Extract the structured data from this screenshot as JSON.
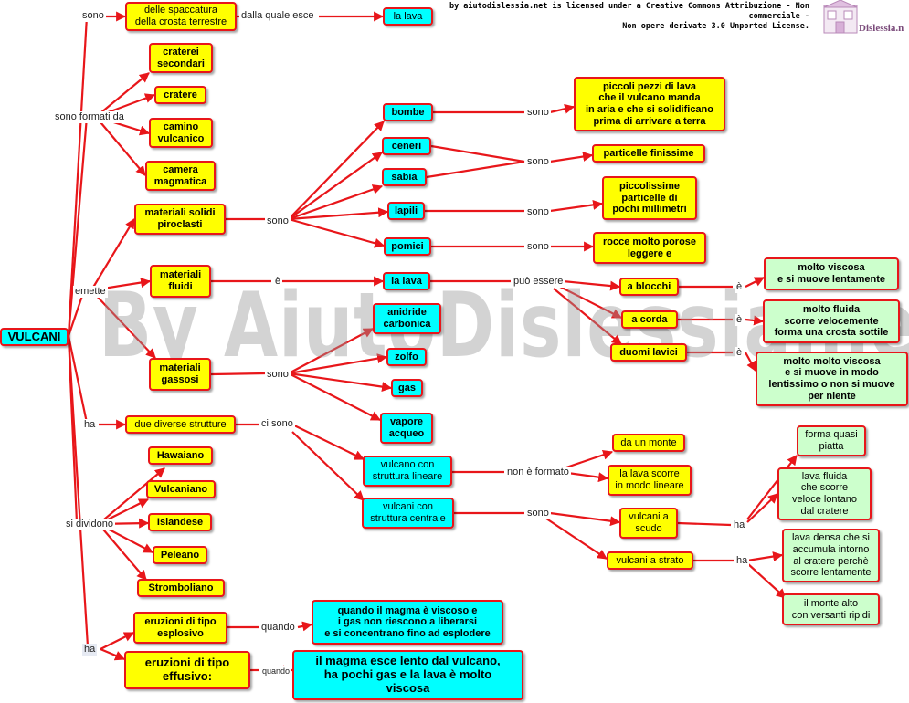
{
  "license": {
    "line1": "by aiutodislessia.net is licensed under a Creative Commons Attribuzione - Non commerciale -",
    "line2": "Non opere derivate 3.0 Unported License."
  },
  "logo": {
    "text": "Dislessia.net"
  },
  "watermark": "By AiutoDislessia.net",
  "nodes": {
    "root": "VULCANI",
    "spaccatura": "delle  spaccatura\ndella crosta terrestre",
    "lava_top": "la lava",
    "crateri_secondari": "craterei\nsecondari",
    "cratere": "cratere",
    "camino": "camino\nvulcanico",
    "camera": "camera\nmagmatica",
    "materiali_solidi": "materiali solidi\npiroclasti",
    "materiali_fluidi": "materiali\nfluidi",
    "materiali_gassosi": "materiali\ngassosi",
    "bombe": "bombe",
    "ceneri": "ceneri",
    "sabia": "sabia",
    "lapili": "lapili",
    "pomici": "pomici",
    "bombe_def": "piccoli pezzi di lava\nche il vulcano manda\nin aria e che si solidificano\nprima di arrivare a terra",
    "particelle": "particelle finissime",
    "piccolissime": "piccolissime\nparticelle di\npochi millimetri",
    "rocce": "rocce molto porose\nleggere  e",
    "lava_mid": "la lava",
    "a_blocchi": "a blocchi",
    "a_corda": "a corda",
    "duomi": "duomi lavici",
    "blocchi_def": "molto viscosa\ne si muove lentamente",
    "corda_def": "molto fluida\nscorre velocemente\nforma una crosta sottile",
    "duomi_def": "molto molto viscosa\ne si muove in modo\nlentissimo o non si muove\nper niente",
    "anidride": "anidride\ncarbonica",
    "zolfo": "zolfo",
    "gas": "gas",
    "vapore": "vapore\nacqueo",
    "due_strutture": "due diverse strutture",
    "lineare": "vulcano con\nstruttura lineare",
    "centrale": "vulcani con\nstruttura centrale",
    "da_un_monte": "da un monte",
    "lava_scorre": "la lava scorre\nin modo lineare",
    "scudo": "vulcani a\nscudo",
    "strato": "vulcani a strato",
    "forma_piatta": "forma quasi\npiatta",
    "lava_fluida": "lava fluida\nche scorre\nveloce lontano\ndal cratere",
    "lava_densa": "lava densa che si\naccumula intorno\nal cratere perchè\nscorre lentamente",
    "monte_alto": "il monte alto\ncon versanti ripidi",
    "hawaiano": "Hawaiano",
    "vulcaniano": "Vulcaniano",
    "islandese": "Islandese",
    "peleano": "Peleano",
    "stromboliano": "Stromboliano",
    "esplosivo": "eruzioni di tipo\nesplosivo",
    "effusivo": "eruzioni di tipo\neffusivo:",
    "esplosivo_def": "quando il magma è viscoso e\ni gas non riescono a liberarsi\ne si concentrano fino ad esplodere",
    "effusivo_def": "il magma esce lento dal vulcano,\nha pochi  gas e la lava è molto\nviscosa"
  },
  "labels": {
    "sono1": "sono",
    "dalla_quale": "dalla quale esce",
    "formati_da": "sono formati da",
    "emette": "emette",
    "sono_solidi": "sono",
    "e_fluidi": "è",
    "sono_gassosi": "sono",
    "sono_bombe": "sono",
    "sono_ceneri": "sono",
    "sono_lapili": "sono",
    "sono_pomici": "sono",
    "puo_essere": "può essere",
    "e_blocchi": "è",
    "e_corda": "è",
    "e_duomi": "è",
    "ha_strutture": "ha",
    "ci_sono": "ci sono",
    "non_formato": "non è formato",
    "sono_centrale": "sono",
    "ha_scudo": "ha",
    "ha_strato": "ha",
    "si_dividono": "si dividono",
    "ha_eruzioni": "ha",
    "quando1": "quando",
    "quando2": "quando"
  }
}
